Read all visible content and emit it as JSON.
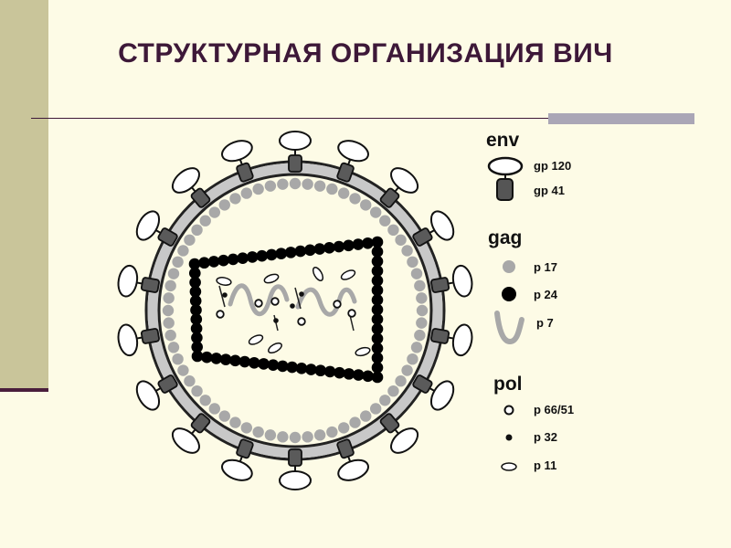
{
  "title": "СТРУКТУРНАЯ ОРГАНИЗАЦИЯ ВИЧ",
  "legend": {
    "env": {
      "header": "env",
      "gp120": "gp 120",
      "gp41": "gp 41"
    },
    "gag": {
      "header": "gag",
      "p17": "p 17",
      "p24": "p 24",
      "p7": "p 7"
    },
    "pol": {
      "header": "pol",
      "p6651": "p 66/51",
      "p32": "p 32",
      "p11": "p 11"
    }
  },
  "colors": {
    "background": "#fdfbe6",
    "title": "#3d1838",
    "accent_bar": "#c9c59a",
    "membrane": "#c8c8c8",
    "matrix_p17": "#a8a8a8",
    "capsid_p24": "#000000"
  }
}
